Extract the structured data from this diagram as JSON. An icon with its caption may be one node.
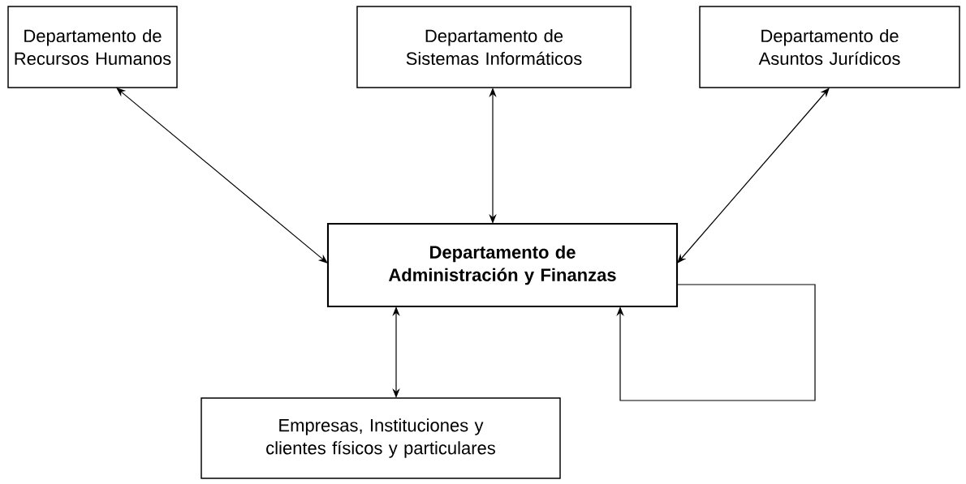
{
  "diagram": {
    "nodes": [
      {
        "text": [
          "Departamento de Recursos Humanos"
        ]
      },
      {
        "text": [
          "Departamento de Sistemas Informáticos"
        ]
      },
      {
        "text": [
          "Departamento de Asuntos Jurídicos"
        ]
      },
      {
        "text": [
          "Departamento de Administración y Finanzas"
        ]
      },
      {
        "text": [
          "Empresas, Instituciones y clientes físicos y particulares"
        ]
      }
    ],
    "edges": [
      {
        "from": 0,
        "to": 3,
        "arrow": "both"
      },
      {
        "from": 1,
        "to": 3,
        "arrow": "both"
      },
      {
        "from": 2,
        "to": 3,
        "arrow": "both"
      },
      {
        "from": 3,
        "to": 4,
        "arrow": "both"
      },
      {
        "from": 3,
        "to": 3,
        "arrow": "to"
      }
    ]
  }
}
